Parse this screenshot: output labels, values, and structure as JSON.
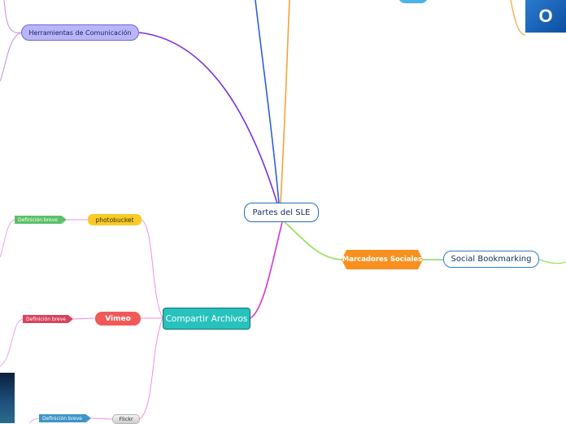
{
  "nodes": {
    "root": "Partes del SLE",
    "herramientas": "Herramientas de Comunicación",
    "compartir": "Compartir Archivos",
    "marcadores": "Marcadores Sociales",
    "social": "Social Bookmarking",
    "photobucket": "photobucket",
    "vimeo": "Vimeo",
    "flickr": "Flickr",
    "def_label": "Definición breve"
  },
  "icons": {
    "outlook": "outlook-icon",
    "outlook_glyph": "O"
  },
  "colors": {
    "root_border": "#1f6fb8",
    "herramientas_fill": "#b8b6f6",
    "compartir_fill": "#27c2bc",
    "marcadores_fill": "#f7901e",
    "photobucket_fill": "#f8cb28",
    "vimeo_fill": "#ef5a58",
    "def_green": "#5cc06a",
    "def_red": "#d8425c",
    "def_blue": "#3f95c8"
  }
}
